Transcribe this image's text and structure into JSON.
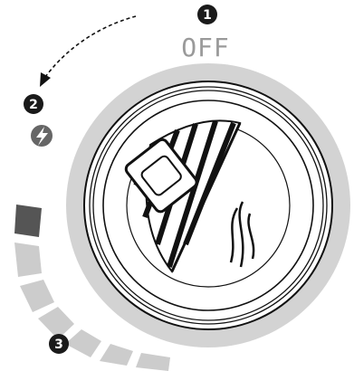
{
  "markers": [
    {
      "id": "1",
      "label": "1"
    },
    {
      "id": "2",
      "label": "2"
    },
    {
      "id": "3",
      "label": "3"
    }
  ],
  "modes": {
    "off_label": "OFF",
    "standby_icon": "lightning-bolt-icon",
    "level_icon": "heat-level-bar-icon",
    "flame_icon": "flame-icon",
    "knob_icon": "adjustment-knob-icon"
  },
  "colors": {
    "marker_fill": "#1a1a1a",
    "label_gray": "#9a9a9a",
    "ring_gray": "#d3d3d3",
    "level_dark": "#555555",
    "level_light": "#cccccc",
    "line": "#111111"
  }
}
